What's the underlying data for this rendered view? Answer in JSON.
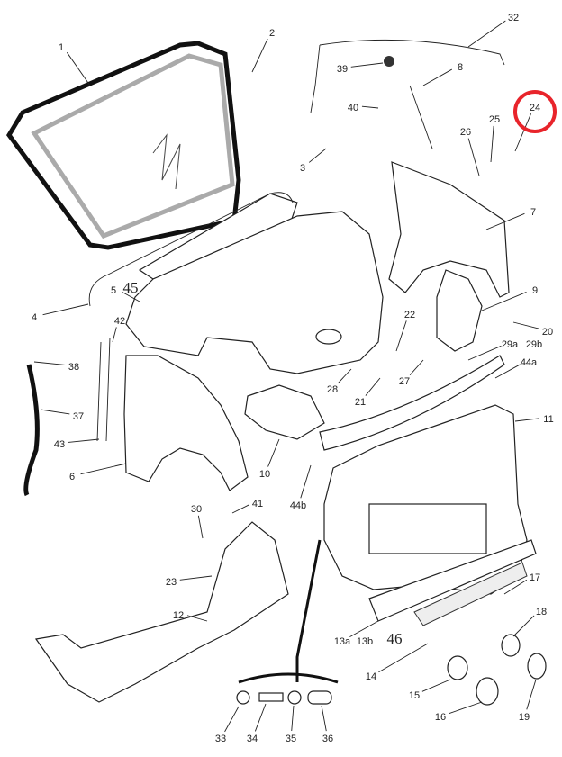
{
  "title": "Body parts exploded diagram",
  "highlight_color": "#e8242b",
  "highlighted_label": "24",
  "labels": [
    "1",
    "2",
    "32",
    "39",
    "8",
    "40",
    "24",
    "25",
    "26",
    "3",
    "7",
    "9",
    "20",
    "4",
    "5",
    "42",
    "22",
    "29a",
    "29b",
    "44a",
    "38",
    "28",
    "27",
    "21",
    "11",
    "37",
    "43",
    "6",
    "10",
    "44b",
    "30",
    "41",
    "17",
    "23",
    "18",
    "12",
    "13a",
    "13b",
    "14",
    "15",
    "16",
    "19",
    "33",
    "34",
    "35",
    "36"
  ],
  "markers": [
    "45",
    "46"
  ]
}
